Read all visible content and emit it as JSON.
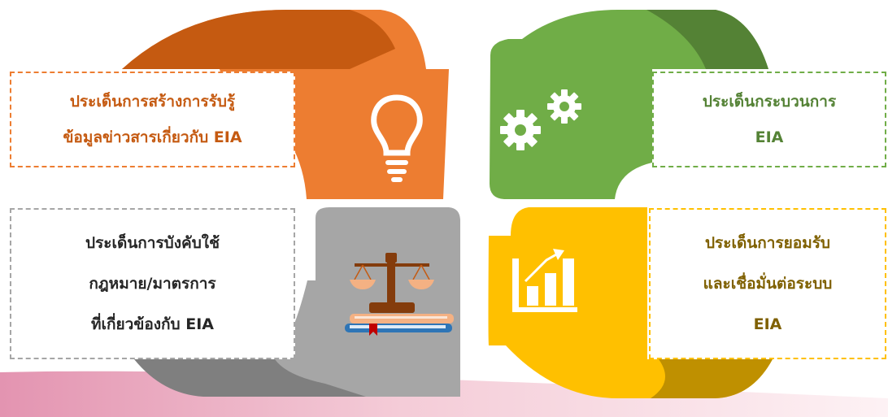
{
  "panels": {
    "orange": {
      "lines": [
        "ประเด็นการสร้างการรับรู้",
        "ข้อมูลข่าวสารเกี่ยวกับ EIA"
      ],
      "color": "#ED7D31",
      "icon": "lightbulb-icon"
    },
    "green": {
      "lines": [
        "ประเด็นกระบวนการ",
        "EIA"
      ],
      "color": "#70AD47",
      "icon": "gears-icon"
    },
    "gray": {
      "lines": [
        "ประเด็นการบังคับใช้",
        "กฎหมาย/มาตรการ",
        "ที่เกี่ยวข้องกับ EIA"
      ],
      "color": "#A6A6A6",
      "icon": "scales-of-justice-on-books-icon"
    },
    "yellow": {
      "lines": [
        "ประเด็นการยอมรับ",
        "และเชื่อมั่นต่อระบบ",
        "EIA"
      ],
      "color": "#FFC000",
      "icon": "growth-chart-icon"
    }
  }
}
